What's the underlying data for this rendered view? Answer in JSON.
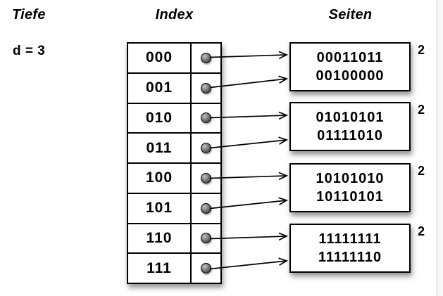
{
  "diagram": {
    "title_depth": "Tiefe",
    "title_index": "Index",
    "title_pages": "Seiten",
    "global_depth": "d = 3",
    "index_rows": [
      "000",
      "001",
      "010",
      "011",
      "100",
      "101",
      "110",
      "111"
    ],
    "pages": [
      {
        "entries": [
          "00011011",
          "00100000"
        ],
        "local_depth": "2"
      },
      {
        "entries": [
          "01010101",
          "01111010"
        ],
        "local_depth": "2"
      },
      {
        "entries": [
          "10101010",
          "10110101"
        ],
        "local_depth": "2"
      },
      {
        "entries": [
          "11111111",
          "11111110"
        ],
        "local_depth": "2"
      }
    ],
    "connections": [
      {
        "from": "000",
        "to_page": 0
      },
      {
        "from": "001",
        "to_page": 0
      },
      {
        "from": "010",
        "to_page": 1
      },
      {
        "from": "011",
        "to_page": 1
      },
      {
        "from": "100",
        "to_page": 2
      },
      {
        "from": "101",
        "to_page": 2
      },
      {
        "from": "110",
        "to_page": 3
      },
      {
        "from": "111",
        "to_page": 3
      }
    ],
    "colors": {
      "line": "#000000",
      "background": "#ffffff",
      "dot_fill": "#555555"
    }
  }
}
